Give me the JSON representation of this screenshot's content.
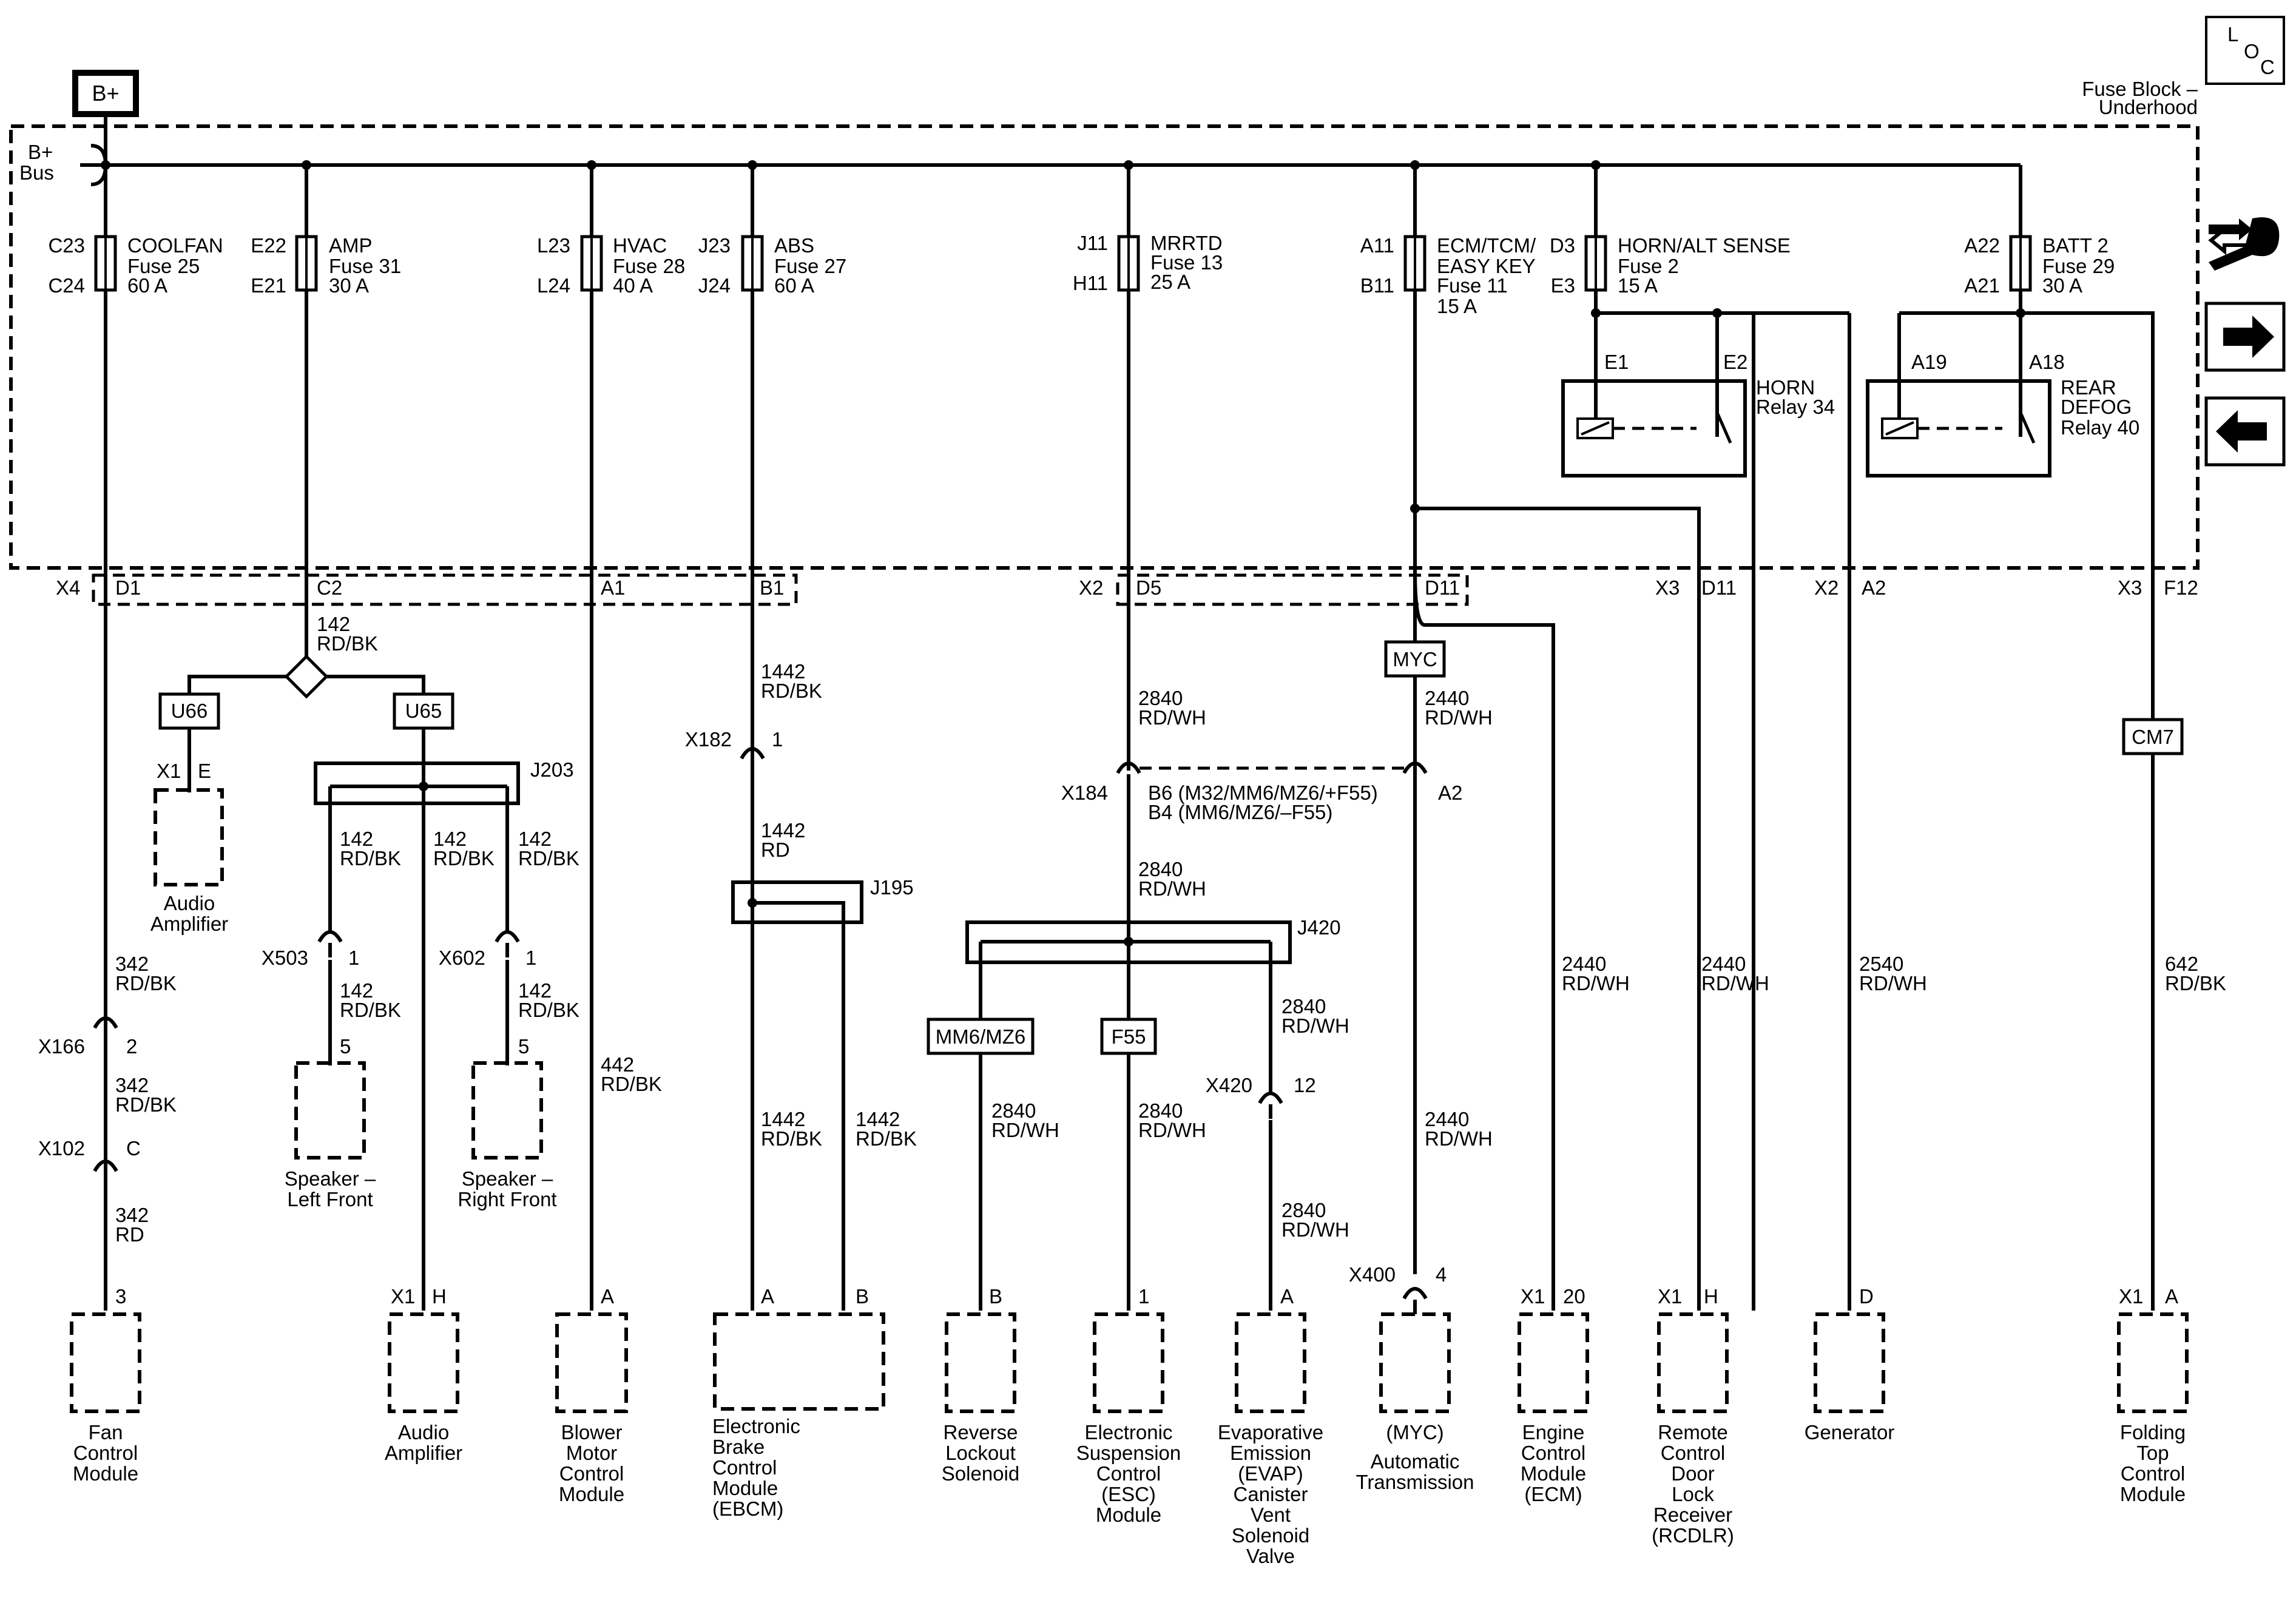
{
  "header": {
    "bplus_tag": "B+",
    "loc": [
      "L",
      "O",
      "C"
    ],
    "fuse_block_title": [
      "Fuse Block –",
      "Underhood"
    ],
    "bus_label": [
      "B+",
      "Bus"
    ]
  },
  "nav_icons": [
    "wrench-arrows-icon",
    "arrow-right-icon",
    "arrow-left-icon"
  ],
  "fuses": [
    {
      "pins": [
        "C23",
        "C24"
      ],
      "lines": [
        "COOLFAN",
        "Fuse 25",
        "60 A"
      ]
    },
    {
      "pins": [
        "E22",
        "E21"
      ],
      "lines": [
        "AMP",
        "Fuse 31",
        "30 A"
      ]
    },
    {
      "pins": [
        "L23",
        "L24"
      ],
      "lines": [
        "HVAC",
        "Fuse 28",
        "40 A"
      ]
    },
    {
      "pins": [
        "J23",
        "J24"
      ],
      "lines": [
        "ABS",
        "Fuse 27",
        "60 A"
      ]
    },
    {
      "pins": [
        "J11",
        "H11"
      ],
      "lines": [
        "MRRTD",
        "Fuse 13",
        "25 A"
      ]
    },
    {
      "pins": [
        "A11",
        "B11"
      ],
      "lines": [
        "ECM/TCM/",
        "EASY KEY",
        "Fuse 11",
        "15 A"
      ]
    },
    {
      "pins": [
        "D3",
        "E3"
      ],
      "lines": [
        "HORN/ALT SENSE",
        "Fuse 2",
        "15 A"
      ]
    },
    {
      "pins": [
        "A22",
        "A21"
      ],
      "lines": [
        "BATT 2",
        "Fuse 29",
        "30 A"
      ]
    }
  ],
  "relays": [
    {
      "pins": [
        "E1",
        "E2"
      ],
      "lines": [
        "HORN",
        "Relay 34"
      ]
    },
    {
      "pins": [
        "A19",
        "A18"
      ],
      "lines": [
        "REAR",
        "DEFOG",
        "Relay 40"
      ]
    }
  ],
  "connector_labels": [
    "X4",
    "D1",
    "C2",
    "A1",
    "B1",
    "X2",
    "D5",
    "D11",
    "X3",
    "D11",
    "X2",
    "A2",
    "X3",
    "F12"
  ],
  "options": [
    "U66",
    "U65",
    "MYC",
    "CM7",
    "MM6/MZ6",
    "F55"
  ],
  "splices": [
    "J203",
    "J195",
    "J420"
  ],
  "inline_connectors": [
    {
      "name": "X182",
      "pin": "1"
    },
    {
      "name": "X184",
      "pin": "B6 (M32/MM6/MZ6/+F55)",
      "pin2": "B4 (MM6/MZ6/–F55)",
      "pin_right": "A2"
    },
    {
      "name": "X503",
      "pin": "1"
    },
    {
      "name": "X602",
      "pin": "1"
    },
    {
      "name": "X166",
      "pin": "2"
    },
    {
      "name": "X102",
      "pin": "C"
    },
    {
      "name": "X420",
      "pin": "12"
    },
    {
      "name": "X400",
      "pin": "4"
    }
  ],
  "wires": [
    [
      "142",
      "RD/BK"
    ],
    [
      "1442",
      "RD/BK"
    ],
    [
      "2840",
      "RD/WH"
    ],
    [
      "2440",
      "RD/WH"
    ],
    [
      "642",
      "RD/BK"
    ],
    [
      "1442",
      "RD"
    ],
    [
      "2840",
      "RD/WH"
    ],
    [
      "142",
      "RD/BK"
    ],
    [
      "142",
      "RD/BK"
    ],
    [
      "142",
      "RD/BK"
    ],
    [
      "342",
      "RD/BK"
    ],
    [
      "342",
      "RD/BK"
    ],
    [
      "342",
      "RD"
    ],
    [
      "142",
      "RD/BK"
    ],
    [
      "142",
      "RD/BK"
    ],
    [
      "442",
      "RD/BK"
    ],
    [
      "1442",
      "RD/BK"
    ],
    [
      "1442",
      "RD/BK"
    ],
    [
      "2840",
      "RD/WH"
    ],
    [
      "2840",
      "RD/WH"
    ],
    [
      "2840",
      "RD/WH"
    ],
    [
      "2840",
      "RD/WH"
    ],
    [
      "2440",
      "RD/WH"
    ],
    [
      "2440",
      "RD/WH"
    ],
    [
      "2440",
      "RD/WH"
    ],
    [
      "2540",
      "RD/WH"
    ]
  ],
  "small_components": [
    {
      "conn": "X1",
      "pin": "E",
      "lines": [
        "Audio",
        "Amplifier"
      ]
    },
    {
      "conn": "",
      "pin": "5",
      "lines": [
        "Speaker –",
        "Left Front"
      ]
    },
    {
      "conn": "",
      "pin": "5",
      "lines": [
        "Speaker –",
        "Right Front"
      ]
    }
  ],
  "components": [
    {
      "conn": "",
      "pin": "3",
      "lines": [
        "Fan",
        "Control",
        "Module"
      ]
    },
    {
      "conn": "X1",
      "pin": "H",
      "lines": [
        "Audio",
        "Amplifier"
      ]
    },
    {
      "conn": "",
      "pin": "A",
      "lines": [
        "Blower",
        "Motor",
        "Control",
        "Module"
      ]
    },
    {
      "conn": "",
      "pin": "A",
      "pin2": "B",
      "lines": [
        "Electronic",
        "Brake",
        "Control",
        "Module",
        "(EBCM)"
      ]
    },
    {
      "conn": "",
      "pin": "B",
      "lines": [
        "Reverse",
        "Lockout",
        "Solenoid"
      ]
    },
    {
      "conn": "",
      "pin": "1",
      "lines": [
        "Electronic",
        "Suspension",
        "Control",
        "(ESC)",
        "Module"
      ]
    },
    {
      "conn": "",
      "pin": "A",
      "lines": [
        "Evaporative",
        "Emission",
        "(EVAP)",
        "Canister",
        "Vent",
        "Solenoid",
        "Valve"
      ]
    },
    {
      "conn": "",
      "pin": "",
      "lines": [
        "(MYC)",
        "Automatic",
        "Transmission"
      ]
    },
    {
      "conn": "X1",
      "pin": "20",
      "lines": [
        "Engine",
        "Control",
        "Module",
        "(ECM)"
      ]
    },
    {
      "conn": "X1",
      "pin": "H",
      "lines": [
        "Remote",
        "Control",
        "Door",
        "Lock",
        "Receiver",
        "(RCDLR)"
      ]
    },
    {
      "conn": "",
      "pin": "D",
      "lines": [
        "Generator"
      ]
    },
    {
      "conn": "X1",
      "pin": "A",
      "lines": [
        "Folding",
        "Top",
        "Control",
        "Module"
      ]
    }
  ]
}
